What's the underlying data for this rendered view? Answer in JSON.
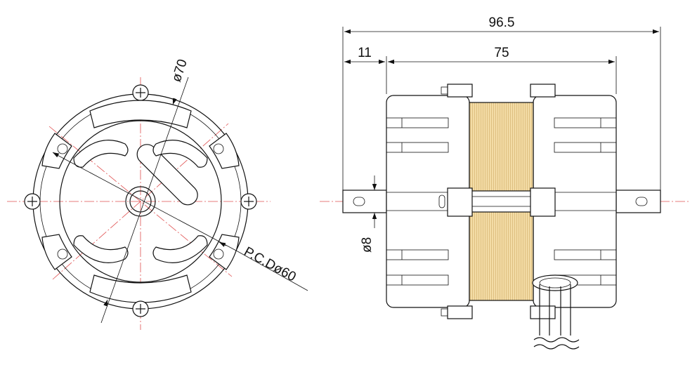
{
  "dimensions": {
    "front_diameter": "ø70",
    "pcd": "P.C.Dø60",
    "overall_length": "96.5",
    "shaft_length": "11",
    "body_length": "75",
    "shaft_diameter": "ø8"
  },
  "colors": {
    "line": "#111111",
    "center_line": "#e05050",
    "coil": "#f3dca6",
    "coil_stripe": "#d9b877"
  }
}
